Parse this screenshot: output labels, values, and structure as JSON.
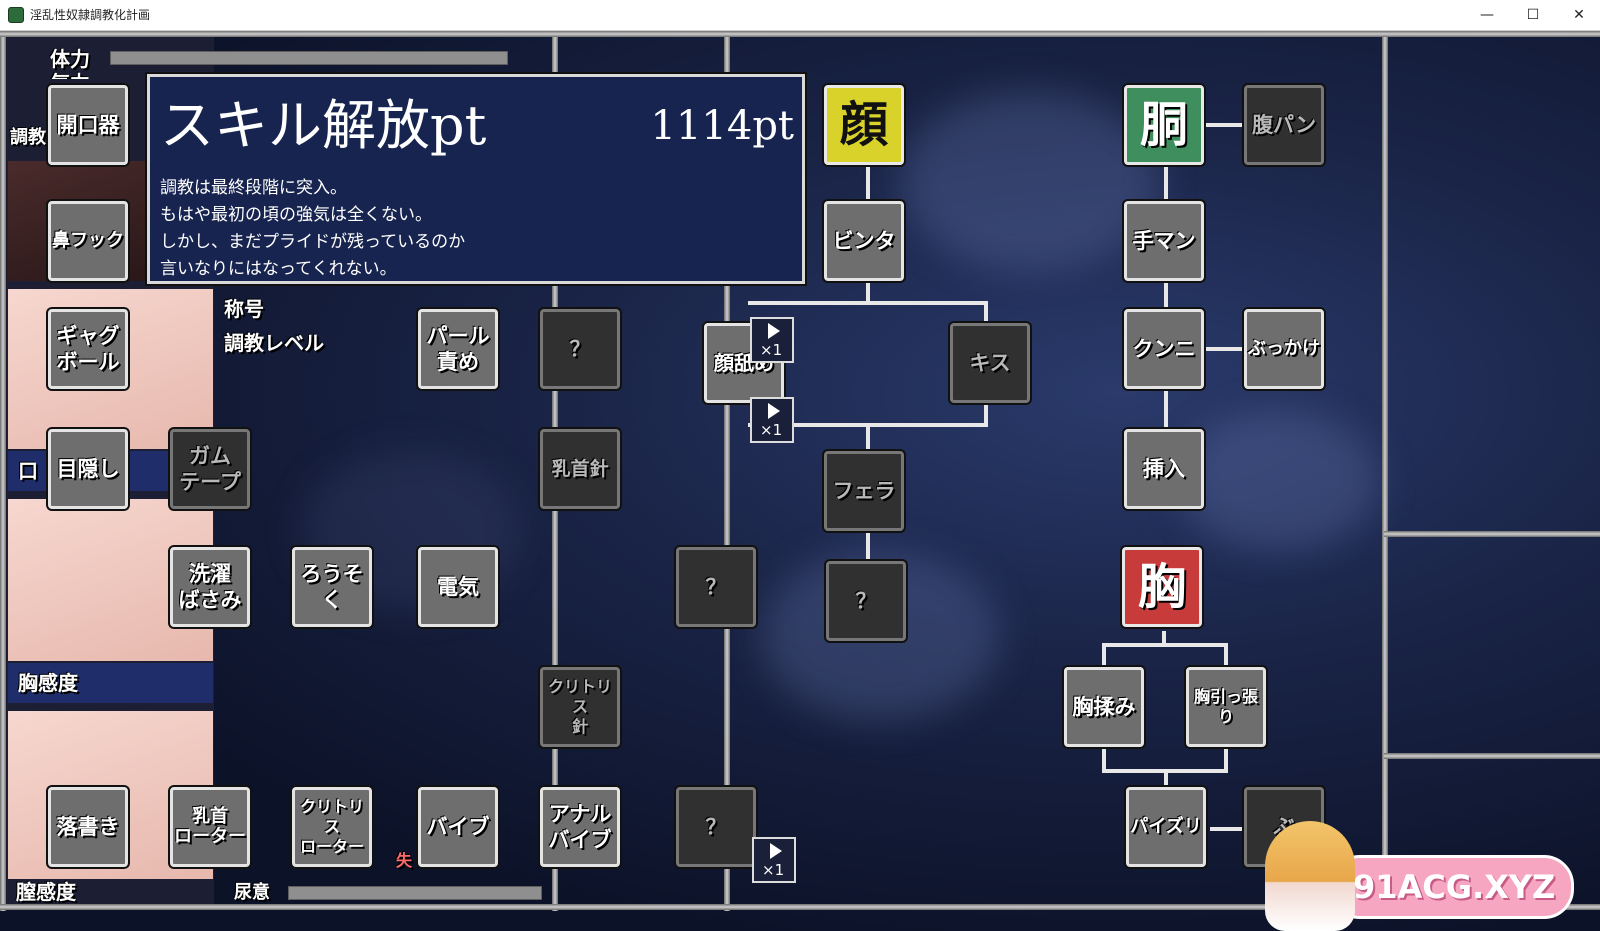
{
  "window": {
    "title": "淫乱性奴隷調教化計画",
    "controls": {
      "minimize": "—",
      "maximize": "☐",
      "close": "✕"
    }
  },
  "stats": {
    "stamina": "体力",
    "spirit_partial": "気力",
    "training_partial": "調教",
    "title_label": "称号",
    "training_level_label": "調教レベル",
    "mouth_partial": "口",
    "chest_sensitivity": "胸感度",
    "vagina_sensitivity": "膣感度",
    "urge": "尿意",
    "lost_partial": "失"
  },
  "popup": {
    "title": "スキル解放pt",
    "points": "1114pt",
    "lines": [
      "調教は最終段階に突入。",
      "もはや最初の頃の強気は全くない。",
      "しかし、まだプライドが残っているのか",
      "言いなりにはなってくれない。"
    ]
  },
  "categories": {
    "face": "顔",
    "body": "胴",
    "chest": "胸"
  },
  "skills": {
    "kaikouki": "開口器",
    "hana_hook": "鼻フック",
    "gag_ball": "ギャグ\nボール",
    "mekakushi": "目隠し",
    "gum_tape": "ガム\nテープ",
    "sentaku_basami": "洗濯\nばさみ",
    "rousoku": "ろうそく",
    "denki": "電気",
    "pearl_seme": "パール\n責め",
    "unknown": "？",
    "chikubi_hari": "乳首針",
    "clitoris_hari": "クリトリス\n針",
    "rakugaki": "落書き",
    "chikubi_rotor": "乳首\nローター",
    "clitoris_rotor": "クリトリス\nローター",
    "vibe": "バイブ",
    "anal_vibe": "アナル\nバイブ",
    "binta": "ビンタ",
    "kao_name": "顔舐め",
    "kiss": "キス",
    "fella": "フェラ",
    "fukupan": "腹パン",
    "teman": "手マン",
    "kunni": "クンニ",
    "bukkake": "ぶっかけ",
    "sounyuu": "挿入",
    "mune_momi": "胸揉み",
    "mune_hippari": "胸引っ張り",
    "paizuri": "パイズリ",
    "cut_partial": "ぶ"
  },
  "multipliers": {
    "a": "×1",
    "b": "×1",
    "c": "×1"
  },
  "watermark": "91ACG.XYZ"
}
